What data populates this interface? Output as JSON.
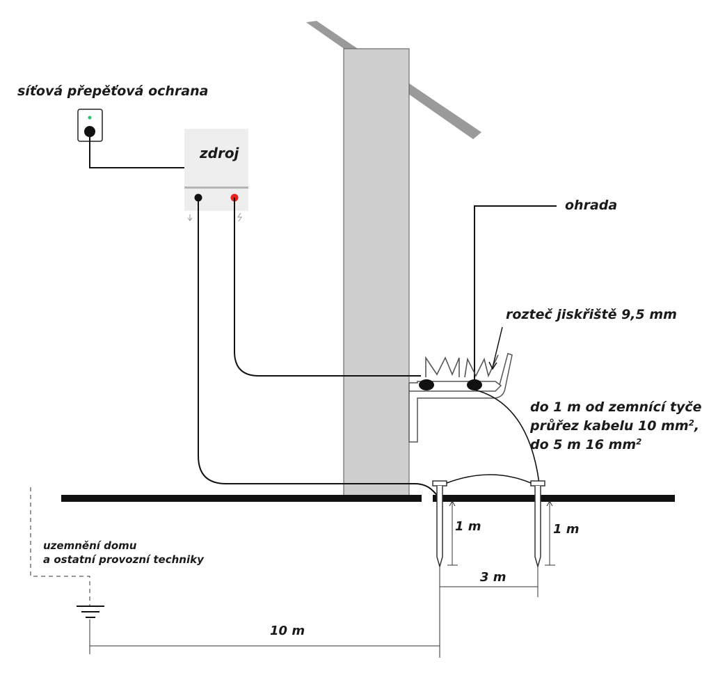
{
  "labels": {
    "surge_protection": "síťová přepěťová ochrana",
    "power_unit": "zdroj",
    "fence": "ohrada",
    "spark_gap": "rozteč jiskřiště  9,5 mm",
    "cable_line1_pre": "do 1 m od zemnící tyče",
    "cable_line2_pre": "průřez kabelu 10 mm",
    "cable_line2_sup": "2",
    "cable_line2_post": ",",
    "cable_line3_pre": "do 5 m  16 mm",
    "cable_line3_sup": "2",
    "house_ground_line1": "uzemnění domu",
    "house_ground_line2": "a ostatní provozní techniky",
    "rod_depth_left": "1 m",
    "rod_depth_right": "1 m",
    "rod_spacing": "3 m",
    "distance_house": "10 m"
  },
  "colors": {
    "line": "#1a1a1a",
    "wall": "#cfcfcf",
    "roof": "#9a9a9a",
    "unit": "#eeeeee",
    "unit_divider": "#b5b5b5",
    "terminal_ground": "#111111",
    "terminal_live": "#e8211f",
    "indicator_led": "#29c46a"
  },
  "icons": {
    "ground_terminal": "ground-arrow-icon",
    "live_terminal": "lightning-icon",
    "earth": "earth-ground-icon"
  }
}
